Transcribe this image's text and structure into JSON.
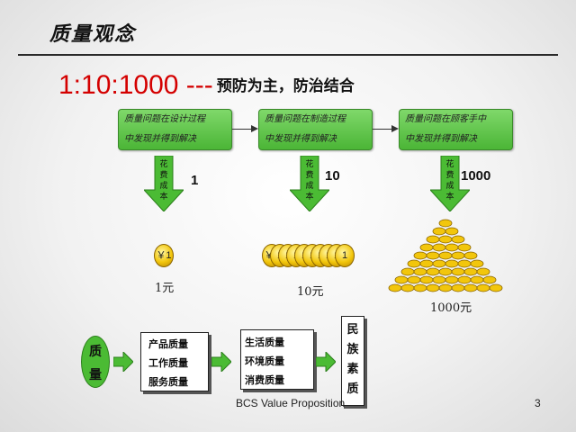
{
  "slide": {
    "title": "质量观念",
    "headline": "1:10:1000 ---",
    "headline_sub": "预防为主，防治结合"
  },
  "stages": [
    {
      "line1": "质量问题在设计过程",
      "line2": "中发现并得到解决",
      "cost_label": "花费成本",
      "cost": "1",
      "coin_symbol": "￥1",
      "money": "1元"
    },
    {
      "line1": "质量问题在制造过程",
      "line2": "中发现并得到解决",
      "cost_label": "花费成本",
      "cost": "10",
      "coin_symbol": "￥1",
      "money": "10元"
    },
    {
      "line1": "质量问题在顾客手中",
      "line2": "中发现并得到解决",
      "cost_label": "花费成本",
      "cost": "1000",
      "money": "1000元"
    }
  ],
  "chain": {
    "circle": [
      "质",
      "量"
    ],
    "box1": [
      "产品质量",
      "工作质量",
      "服务质量"
    ],
    "box2": [
      "生活质量",
      "环境质量",
      "消费质量"
    ],
    "box3": [
      "民",
      "族",
      "素",
      "质"
    ]
  },
  "footer": {
    "text": "BCS Value Proposition",
    "page": "3"
  },
  "colors": {
    "accent_red": "#d40000",
    "box_green": "#4bb536",
    "coin_gold": "#f2c60c"
  }
}
